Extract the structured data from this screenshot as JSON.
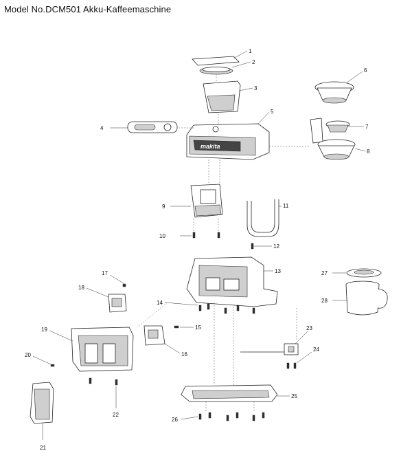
{
  "title": "Model No.DCM501 Akku-Kaffeemaschine",
  "callouts": [
    "1",
    "2",
    "3",
    "4",
    "5",
    "6",
    "7",
    "8",
    "9",
    "10",
    "11",
    "12",
    "13",
    "14",
    "15",
    "16",
    "17",
    "18",
    "19",
    "20",
    "21",
    "22",
    "23",
    "24",
    "25",
    "26",
    "27",
    "28"
  ],
  "logo_text": "makita"
}
